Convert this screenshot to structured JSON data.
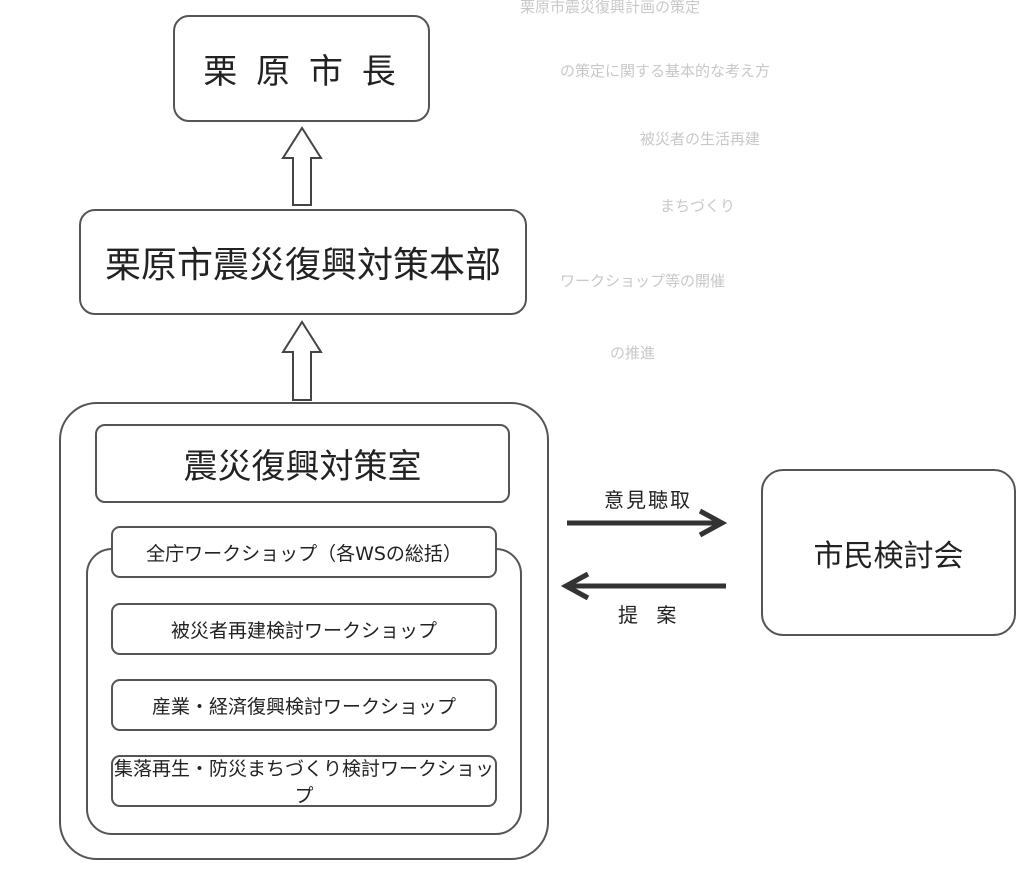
{
  "mayor": {
    "label": "栗 原 市 長"
  },
  "hq": {
    "label": "栗原市震災復興対策本部"
  },
  "office": {
    "label": "震災復興対策室"
  },
  "workshops": {
    "overall": "全庁ワークショップ（各WSの総括）",
    "items": [
      "被災者再建検討ワークショップ",
      "産業・経済復興検討ワークショップ",
      "集落再生・防災まちづくり検討ワークショップ"
    ]
  },
  "citizens": {
    "label": "市民検討会"
  },
  "flows": {
    "hearing": "意見聴取",
    "proposal": "提 案"
  },
  "bleed_through": [
    "栗原市震災復興計画の策定",
    "の策定に関する基本的な考え方",
    "被災者の生活再建",
    "まちづくり",
    "ワークショップ等の開催",
    "の推進"
  ]
}
